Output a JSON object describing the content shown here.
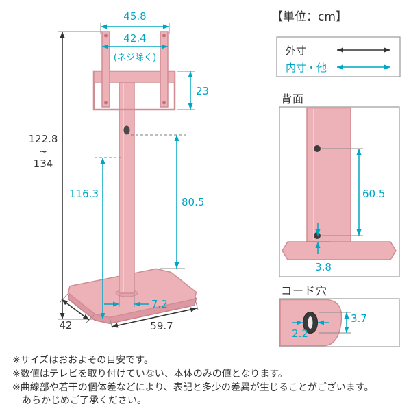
{
  "header": {
    "unit_label": "【単位：cm】"
  },
  "legend": {
    "outer_label": "外寸",
    "inner_label": "内寸・他"
  },
  "front_view": {
    "top_width": "45.8",
    "bracket_width": "42.4",
    "bracket_width_note": "(ネジ除く)",
    "bracket_height": "23",
    "total_height_min": "122.8",
    "total_height_separator": "~",
    "total_height_max": "134",
    "pole_height": "116.3",
    "cord_hole_height": "80.5",
    "pole_base_width": "7.2",
    "base_depth": "42",
    "base_width": "59.7"
  },
  "back_view": {
    "title": "背面",
    "screw_hole_span": "60.5",
    "hole_to_base": "3.8"
  },
  "cord_hole_view": {
    "title": "コード穴",
    "hole_height": "3.7",
    "hole_width": "2.2"
  },
  "footnotes": [
    "※サイズはおおよその目安です。",
    "※数値はテレビを取り付けていない、本体のみの値となります。",
    "※曲線部や若干の個体差などにより、表記と多少の差異が生じることがございます。",
    "あらかじめご了承ください。"
  ],
  "colors": {
    "product_pink": "#ecb2b8",
    "product_pink_dark": "#d08d94",
    "dimension_cyan": "#00a6c4",
    "dimension_black": "#333333"
  }
}
